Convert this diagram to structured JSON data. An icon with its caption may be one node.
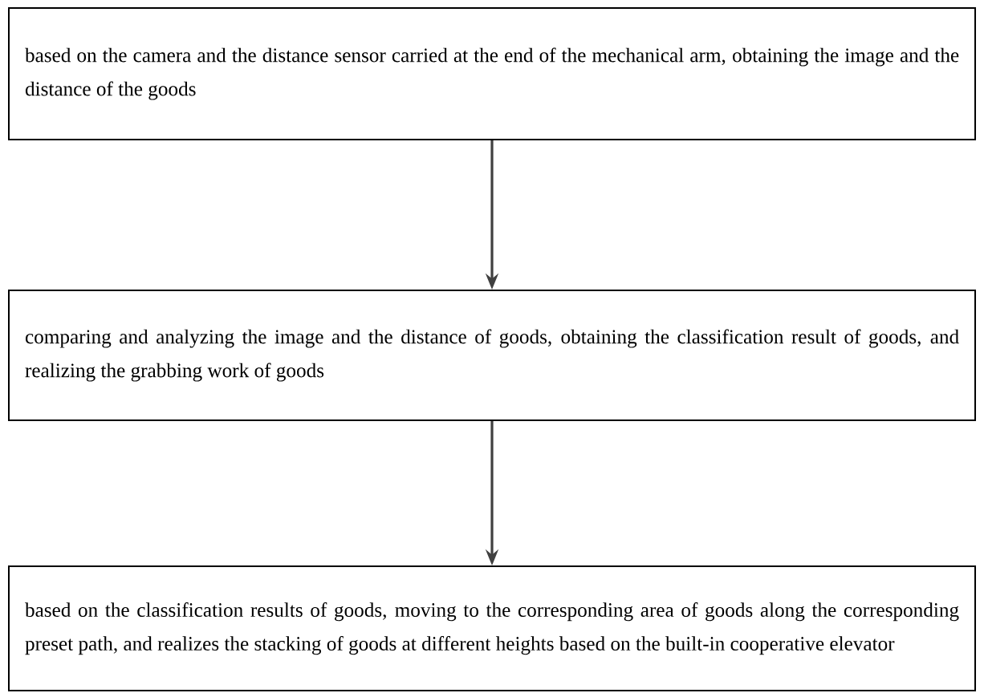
{
  "diagram": {
    "nodes": [
      {
        "text": [
          "based on the camera and the distance sensor carried at the end of the mechanical arm, obtaining the image and the distance of the goods"
        ]
      },
      {
        "text": [
          "comparing and analyzing the image and the distance of goods, obtaining the classification result of goods, and realizing the grabbing work of goods"
        ]
      },
      {
        "text": [
          "based on the classification results of goods, moving to the corresponding area of goods along the corresponding preset path, and realizes the stacking of goods at different heights based on the built-in cooperative elevator"
        ]
      }
    ],
    "edges": [
      {
        "from": 0,
        "to": 1,
        "arrow": "to"
      },
      {
        "from": 1,
        "to": 2,
        "arrow": "to"
      }
    ]
  }
}
